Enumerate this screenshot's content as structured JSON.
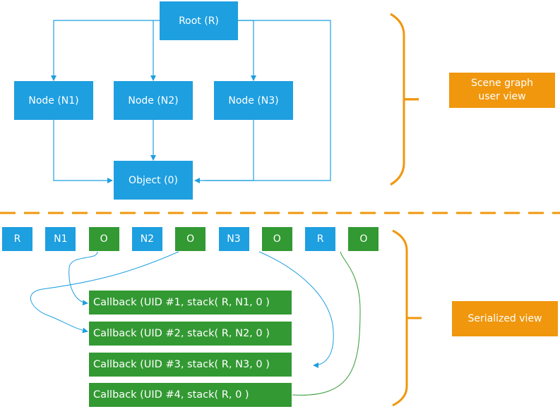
{
  "colors": {
    "node_blue": "#1e9fe0",
    "object_green": "#339933",
    "label_orange": "#f0970e",
    "edge_blue": "#1e9fe0",
    "edge_green": "#339933"
  },
  "scene_graph": {
    "root": "Root (R)",
    "nodes": [
      "Node (N1)",
      "Node (N2)",
      "Node (N3)"
    ],
    "object": "Object (0)",
    "label": "Scene graph\nuser view"
  },
  "serialized": {
    "sequence": [
      {
        "label": "R",
        "kind": "node"
      },
      {
        "label": "N1",
        "kind": "node"
      },
      {
        "label": "O",
        "kind": "object"
      },
      {
        "label": "N2",
        "kind": "node"
      },
      {
        "label": "O",
        "kind": "object"
      },
      {
        "label": "N3",
        "kind": "node"
      },
      {
        "label": "O",
        "kind": "object"
      },
      {
        "label": "R",
        "kind": "node"
      },
      {
        "label": "O",
        "kind": "object"
      }
    ],
    "callbacks": [
      "Callback (UID #1, stack( R, N1, 0 )",
      "Callback (UID #2, stack( R, N2, 0 )",
      "Callback (UID #3, stack( R, N3, 0 )",
      "Callback (UID #4, stack( R, 0 )"
    ],
    "label": "Serialized view"
  }
}
